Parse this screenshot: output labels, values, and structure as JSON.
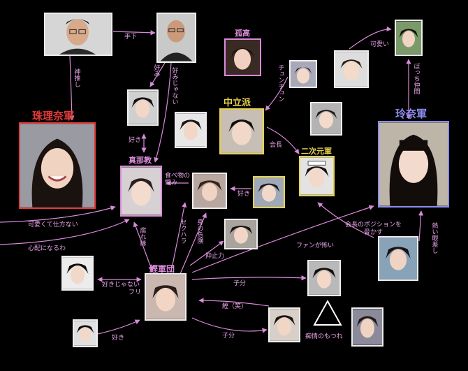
{
  "colors": {
    "background": "#000000",
    "arrow": "#d98ad9",
    "red_group": "#e23a3a",
    "pink_group": "#d98ad9",
    "yellow_group": "#e7d34a",
    "blue_group": "#8c8cf0"
  },
  "groups": {
    "jurina": "珠理奈軍",
    "rena": "玲奈軍",
    "chuuritsu": "中立派",
    "koko": "孤高",
    "manakyo": "真那教",
    "nijigen": "二次元軍",
    "kotsuganmi": "鰹軍団"
  },
  "labels": {
    "tesita": "手下",
    "shin_oshi": "神推し",
    "suki_mi": "好み",
    "suki_mi_janai": "好みじゃない",
    "suki_1": "好き",
    "chunchun": "チュンチュン",
    "kaichou": "会長",
    "kawaii": "可愛い",
    "bocchi": "ぼっち仲間",
    "tabemono": "食べ物の恨み",
    "suki_2": "好き",
    "kawaikute": "可愛くて仕方ない",
    "shinpai": "心配になるわ",
    "kusareen": "腐れ縁",
    "sekuhara": "セクハラ",
    "mi_no_kiken": "身の危険",
    "yokushiryoku": "抑止力",
    "fan_kowai": "ファンが怖い",
    "kaichou_pos": "会長のポジションを",
    "obiyakasu": "脅かす",
    "atsui": "熱い眼差し",
    "suki_janai": "好きじゃない",
    "furi": "フリ",
    "kobun_1": "子分",
    "kobun_2": "子分",
    "tetsu_warai": "鰹（笑）",
    "suki_3": "好き",
    "chijou": "痴情のもつれ"
  }
}
